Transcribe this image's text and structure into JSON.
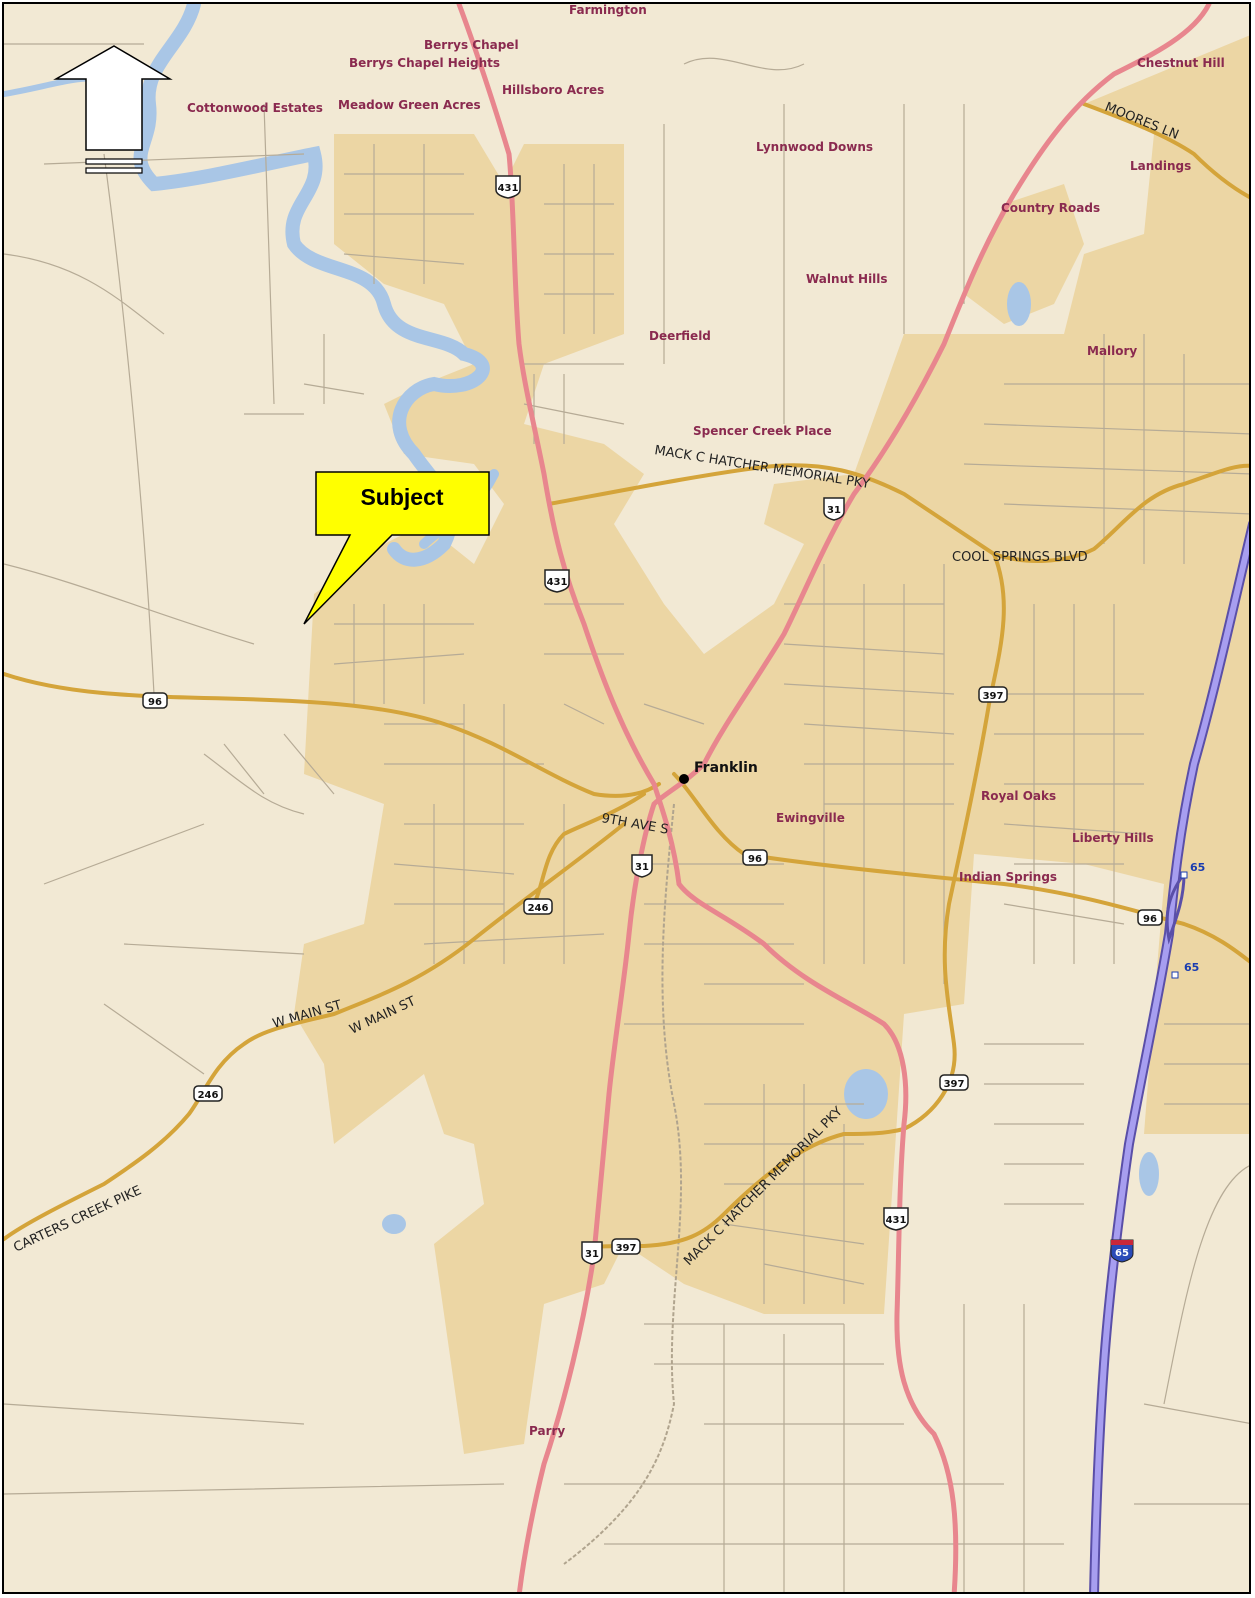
{
  "map": {
    "callout": {
      "label": "Subject"
    },
    "city": {
      "name": "Franklin"
    },
    "places": [
      "Farmington",
      "Berrys Chapel",
      "Berrys Chapel Heights",
      "Hillsboro Acres",
      "Cottonwood Estates",
      "Meadow Green Acres",
      "Lynnwood Downs",
      "Chestnut Hill",
      "Landings",
      "Country Roads",
      "Walnut Hills",
      "Deerfield",
      "Mallory",
      "Spencer Creek Place",
      "Ewingville",
      "Royal Oaks",
      "Liberty Hills",
      "Indian Springs",
      "Parry"
    ],
    "roads": [
      "MOORES LN",
      "MACK C HATCHER MEMORIAL PKY",
      "COOL SPRINGS BLVD",
      "9TH AVE S",
      "W MAIN ST",
      "W MAIN ST",
      "CARTERS CREEK PIKE",
      "MACK C HATCHER MEMORIAL PKY"
    ],
    "shields": [
      "431",
      "431",
      "431",
      "31",
      "31",
      "31",
      "96",
      "96",
      "96",
      "397",
      "397",
      "397",
      "246",
      "246",
      "65",
      "65",
      "65"
    ],
    "colors": {
      "background": "#f2e9d4",
      "urban": "#ecd6a4",
      "us_highway": "#e8868e",
      "state_road": "#d4a43a",
      "interstate": "#8a7fd6",
      "water": "#a9c6e6",
      "callout": "#ffff00",
      "place_label": "#8a2a4f"
    },
    "north_arrow": "north-arrow-icon"
  }
}
